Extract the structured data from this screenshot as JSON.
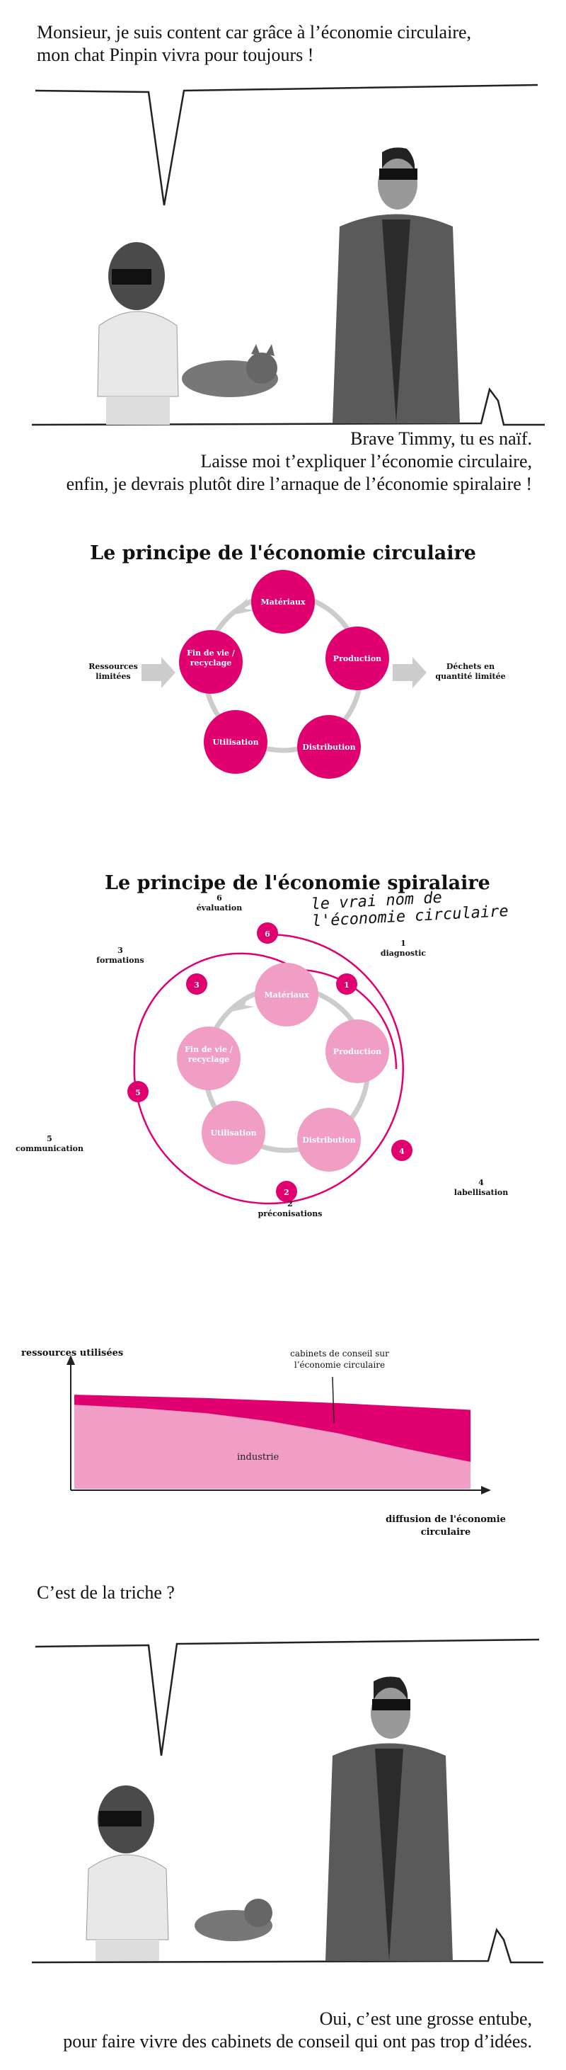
{
  "panel1": {
    "speech_line1": "Monsieur, je suis content car grâce à l’économie circulaire,",
    "speech_line2": "mon chat Pinpin vivra pour toujours !",
    "reply_line1": "Brave Timmy, tu es naïf.",
    "reply_line2": "Laisse moi t’expliquer l’économie circulaire,",
    "reply_line3": "enfin, je devrais plutôt dire l’arnaque de l’économie spiralaire !"
  },
  "diagram1": {
    "title": "Le principe de l'économie circulaire",
    "input_label": "Ressources limitées",
    "output_label": "Déchets en quantité limitée",
    "nodes": {
      "materiaux": "Matériaux",
      "production": "Production",
      "distribution": "Distribution",
      "utilisation": "Utilisation",
      "fin_de_vie": "Fin de vie / recyclage"
    },
    "color": "#e0006f"
  },
  "diagram2": {
    "title": "Le principe de l'économie spiralaire",
    "handwritten_note": "le vrai nom de l'économie circulaire",
    "nodes": {
      "materiaux": "Matériaux",
      "production": "Production",
      "distribution": "Distribution",
      "utilisation": "Utilisation",
      "fin_de_vie": "Fin de vie / recyclage"
    },
    "steps": [
      {
        "num": "1",
        "label": "diagnostic"
      },
      {
        "num": "2",
        "label": "préconisations"
      },
      {
        "num": "3",
        "label": "formations"
      },
      {
        "num": "4",
        "label": "labellisation"
      },
      {
        "num": "5",
        "label": "communication"
      },
      {
        "num": "6",
        "label": "évaluation"
      }
    ],
    "color_light": "#ef99c4",
    "color_dark": "#e0006f"
  },
  "chart_data": {
    "type": "area",
    "ylabel": "ressources utilisées",
    "xlabel": "diffusion de l'économie circulaire",
    "series": [
      {
        "name": "industrie",
        "values": [
          100,
          96,
          90,
          80,
          66,
          48,
          32
        ],
        "color": "#f19ec6"
      },
      {
        "name": "cabinets de conseil sur l’économie circulaire",
        "values": [
          112,
          110,
          108,
          105,
          102,
          98,
          94
        ],
        "color": "#e0006f"
      }
    ],
    "x": [
      0,
      1,
      2,
      3,
      4,
      5,
      6
    ],
    "ylim": [
      0,
      150
    ],
    "grid": false
  },
  "panel2": {
    "question": "C’est de la triche ?",
    "answer_line1": "Oui, c’est une grosse entube,",
    "answer_line2": "pour faire vivre des cabinets de conseil qui ont pas trop d’idées."
  }
}
